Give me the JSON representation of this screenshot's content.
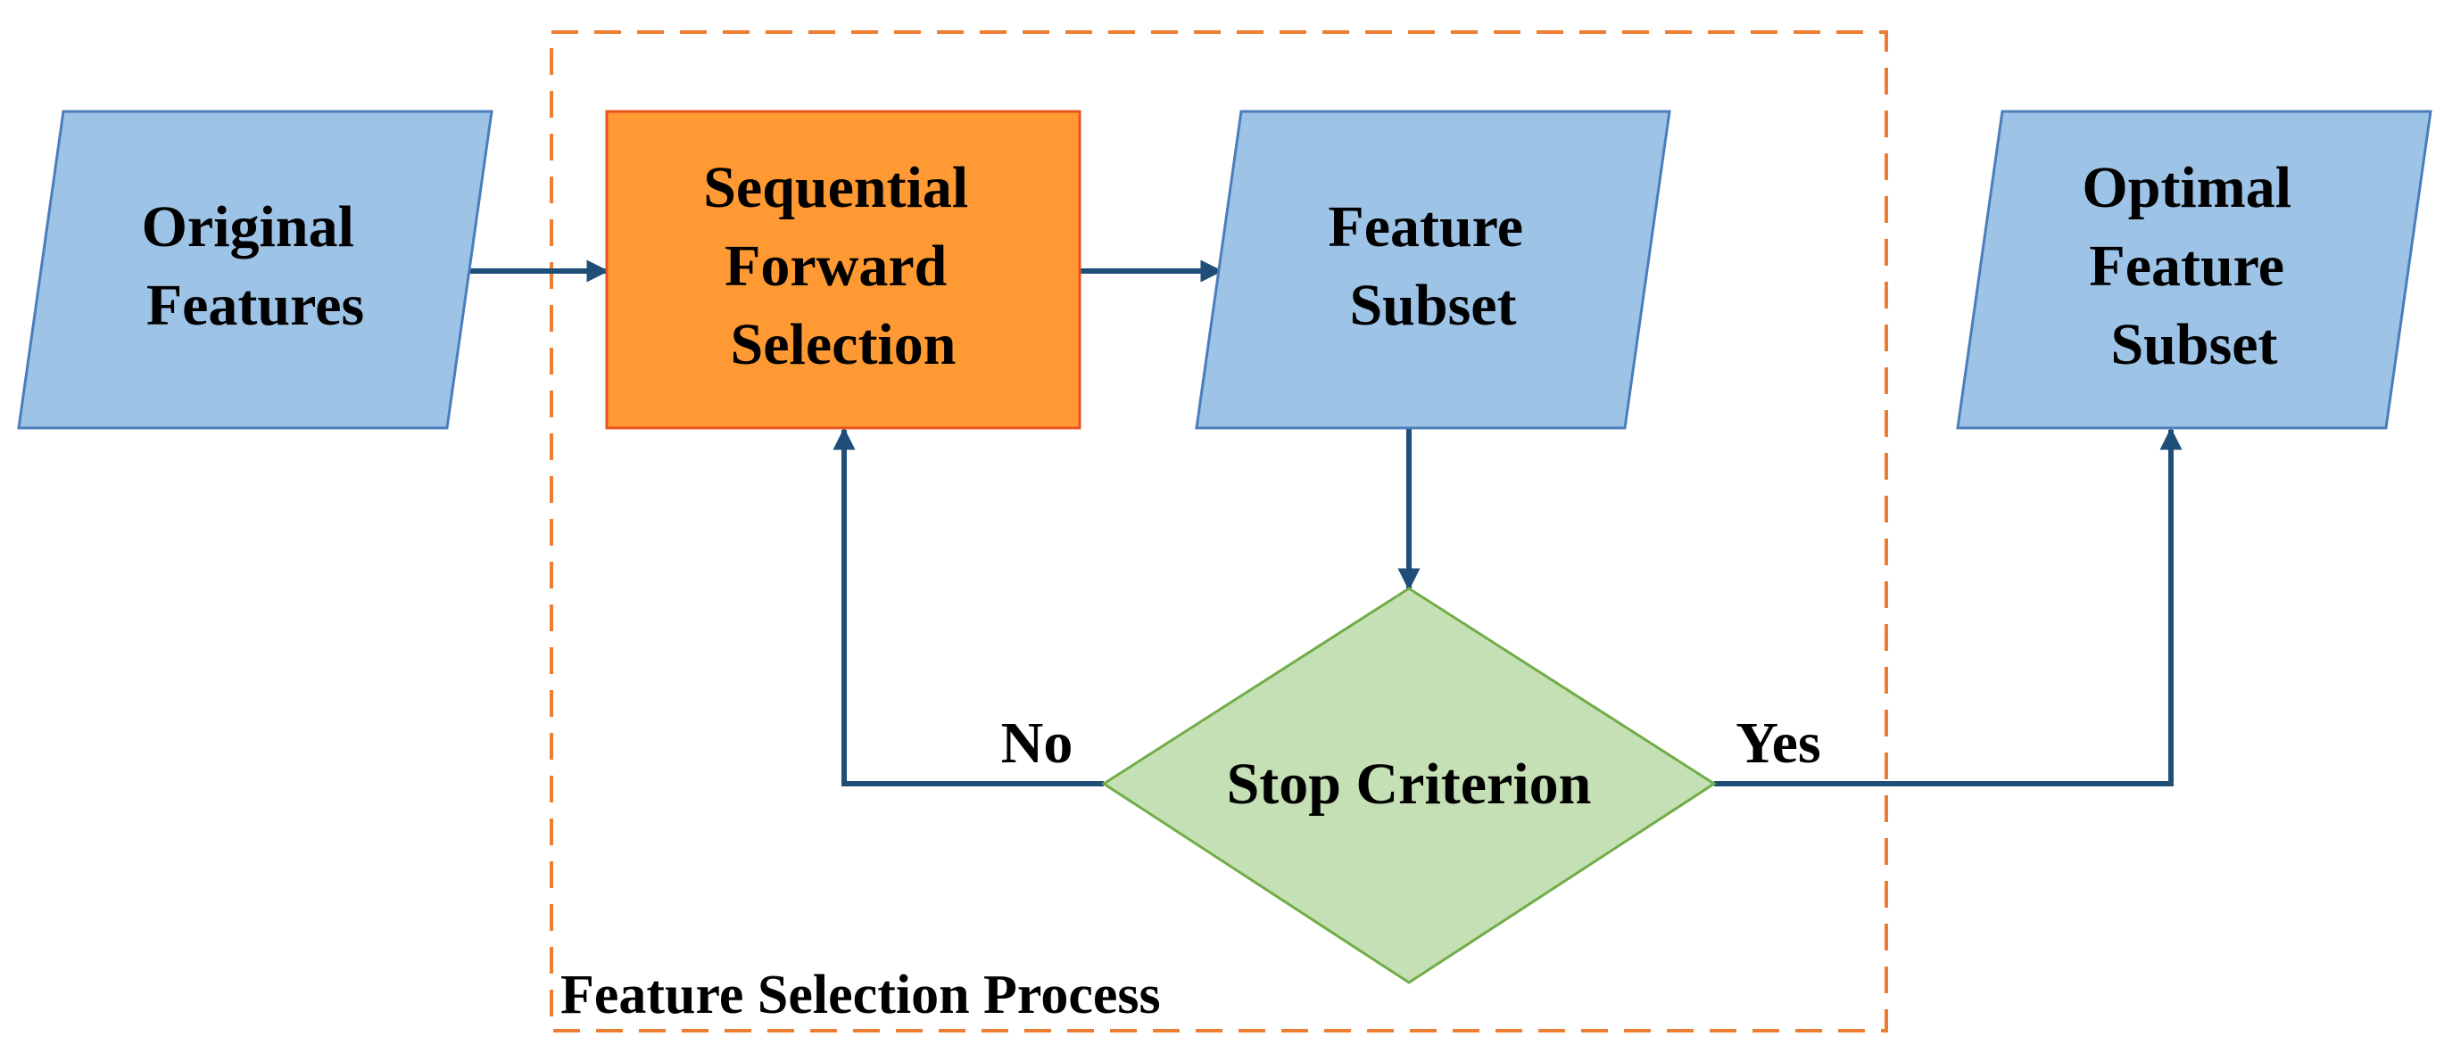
{
  "colors": {
    "data_node_fill": "#9DC3E6",
    "data_node_stroke": "#4A7EBB",
    "process_fill": "#FF9933",
    "process_stroke": "#E8531F",
    "decision_fill": "#C5E0B4",
    "decision_stroke": "#70AD47",
    "connector": "#1F4E79",
    "group_border": "#ED7D31"
  },
  "group": {
    "label": "Feature Selection Process"
  },
  "nodes": {
    "original_features": {
      "line1": "Original",
      "line2": "Features"
    },
    "sequential_forward_selection": {
      "line1": "Sequential",
      "line2": "Forward",
      "line3": "Selection"
    },
    "feature_subset": {
      "line1": "Feature",
      "line2": "Subset"
    },
    "stop_criterion": {
      "label": "Stop Criterion"
    },
    "optimal_feature_subset": {
      "line1": "Optimal",
      "line2": "Feature",
      "line3": "Subset"
    }
  },
  "edge_labels": {
    "no": "No",
    "yes": "Yes"
  }
}
